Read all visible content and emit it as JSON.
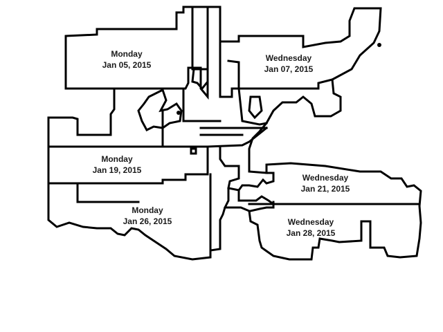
{
  "map": {
    "line_color": "#000000",
    "background_color": "#ffffff",
    "zones": [
      {
        "id": "mon-jan-05",
        "day": "Monday",
        "date": "Jan 05, 2015"
      },
      {
        "id": "wed-jan-07",
        "day": "Wednesday",
        "date": "Jan 07, 2015"
      },
      {
        "id": "mon-jan-19",
        "day": "Monday",
        "date": "Jan 19, 2015"
      },
      {
        "id": "wed-jan-21",
        "day": "Wednesday",
        "date": "Jan 21, 2015"
      },
      {
        "id": "mon-jan-26",
        "day": "Monday",
        "date": "Jan 26, 2015"
      },
      {
        "id": "wed-jan-28",
        "day": "Wednesday",
        "date": "Jan 28, 2015"
      }
    ]
  }
}
